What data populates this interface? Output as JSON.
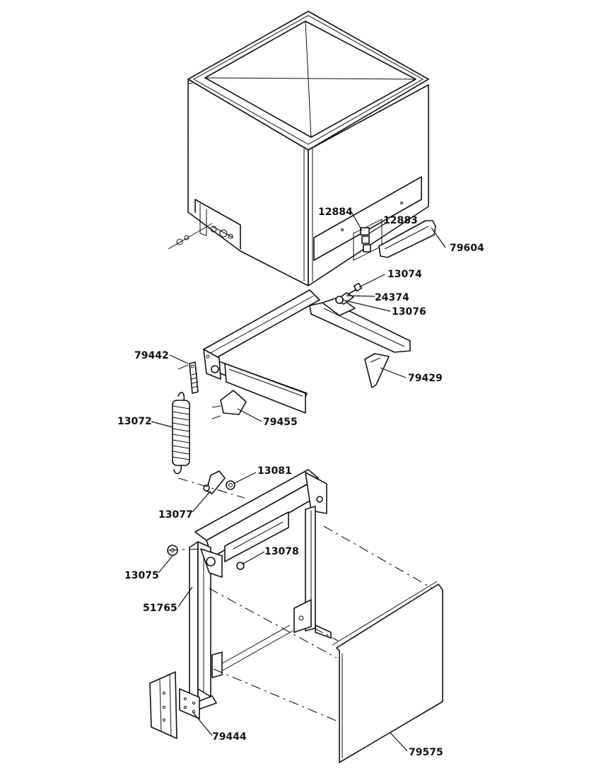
{
  "diagram": {
    "colors": {
      "line": "#111111",
      "background": "#ffffff"
    },
    "part_labels": [
      {
        "id": "12884"
      },
      {
        "id": "12883"
      },
      {
        "id": "79604"
      },
      {
        "id": "13074"
      },
      {
        "id": "24374"
      },
      {
        "id": "13076"
      },
      {
        "id": "79442"
      },
      {
        "id": "79429"
      },
      {
        "id": "79455"
      },
      {
        "id": "13072"
      },
      {
        "id": "13081"
      },
      {
        "id": "13077"
      },
      {
        "id": "13078"
      },
      {
        "id": "13075"
      },
      {
        "id": "51765"
      },
      {
        "id": "79444"
      },
      {
        "id": "79575"
      }
    ]
  }
}
